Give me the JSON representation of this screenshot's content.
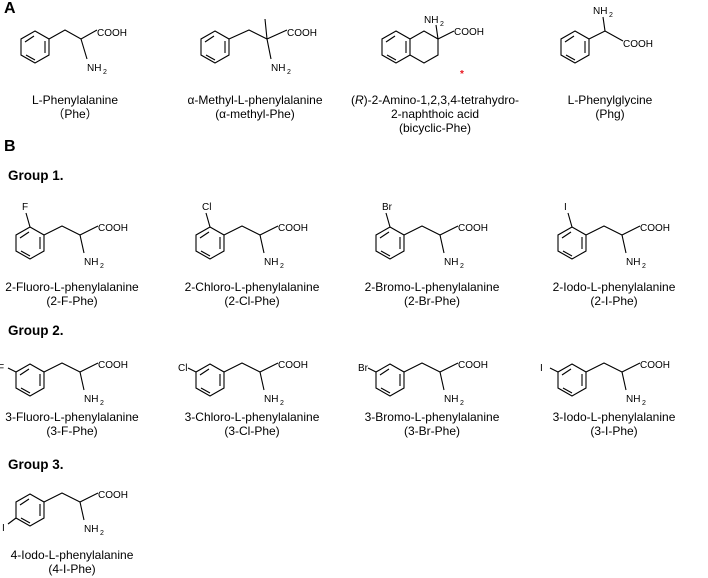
{
  "panel_a": {
    "label": "A",
    "compounds": [
      {
        "name": "L-Phenylalanine",
        "abbr": "（Phe）"
      },
      {
        "name": "α-Methyl-L-phenylalanine",
        "abbr": "(α-methyl-Phe)"
      },
      {
        "name": "(R)-2-Amino-1,2,3,4-tetrahydro-",
        "name2": "2-naphthoic acid",
        "abbr": "(bicyclic-Phe)",
        "star": "*"
      },
      {
        "name": "L-Phenylglycine",
        "abbr": "(Phg)"
      }
    ]
  },
  "panel_b": {
    "label": "B",
    "groups": [
      {
        "label": "Group 1.",
        "compounds": [
          {
            "name": "2-Fluoro-L-phenylalanine",
            "abbr": "(2-F-Phe)",
            "halogen": "F"
          },
          {
            "name": "2-Chloro-L-phenylalanine",
            "abbr": "(2-Cl-Phe)",
            "halogen": "Cl"
          },
          {
            "name": "2-Bromo-L-phenylalanine",
            "abbr": "(2-Br-Phe)",
            "halogen": "Br"
          },
          {
            "name": "2-Iodo-L-phenylalanine",
            "abbr": "(2-I-Phe)",
            "halogen": "I"
          }
        ]
      },
      {
        "label": "Group 2.",
        "compounds": [
          {
            "name": "3-Fluoro-L-phenylalanine",
            "abbr": "(3-F-Phe)",
            "halogen": "F"
          },
          {
            "name": "3-Chloro-L-phenylalanine",
            "abbr": "(3-Cl-Phe)",
            "halogen": "Cl"
          },
          {
            "name": "3-Bromo-L-phenylalanine",
            "abbr": "(3-Br-Phe)",
            "halogen": "Br"
          },
          {
            "name": "3-Iodo-L-phenylalanine",
            "abbr": "(3-I-Phe)",
            "halogen": "I"
          }
        ]
      },
      {
        "label": "Group 3.",
        "compounds": [
          {
            "name": "4-Iodo-L-phenylalanine",
            "abbr": "(4-I-Phe)",
            "halogen": "I"
          }
        ]
      }
    ]
  },
  "atoms": {
    "carboxyl": "COOH",
    "amine": "NH",
    "amine_sub": "2"
  },
  "colors": {
    "asterisk": "#e8141e",
    "ink": "#000000"
  }
}
